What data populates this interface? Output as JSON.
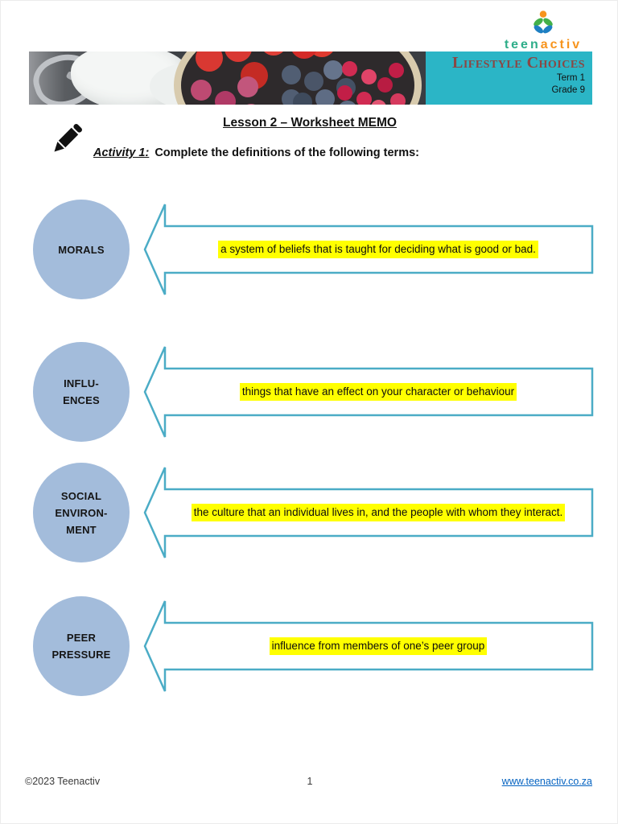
{
  "logo": {
    "teen": "teen",
    "activ": "activ"
  },
  "banner": {
    "title": "Lifestyle Choices",
    "term": "Term 1",
    "grade": "Grade 9"
  },
  "worksheet": {
    "title": "Lesson 2 – Worksheet MEMO",
    "activity_label": "Activity 1:",
    "activity_instruction": "Complete the definitions of the following terms:"
  },
  "definitions": [
    {
      "term": "MORALS",
      "definition": "a system of beliefs that is taught for deciding what is good or bad."
    },
    {
      "term": "INFLU-\nENCES",
      "definition": "things that have an effect on your character or behaviour"
    },
    {
      "term": "SOCIAL\nENVIRON-\nMENT",
      "definition": "the culture that an individual lives in, and the people with whom they interact."
    },
    {
      "term": "PEER\nPRESSURE",
      "definition": "influence from members of one’s peer group"
    }
  ],
  "footer": {
    "copyright": "©2023 Teenactiv",
    "page_number": "1",
    "website": "www.teenactiv.co.za"
  },
  "colors": {
    "arrow_outline": "#4bacc6",
    "circle_fill": "#a3bcdb",
    "highlight": "#ffff00",
    "banner_background": "#2bb5c6",
    "banner_title": "#8b4744",
    "logo_teen": "#2ead89",
    "logo_activ": "#f7941d",
    "link": "#0563c1"
  }
}
